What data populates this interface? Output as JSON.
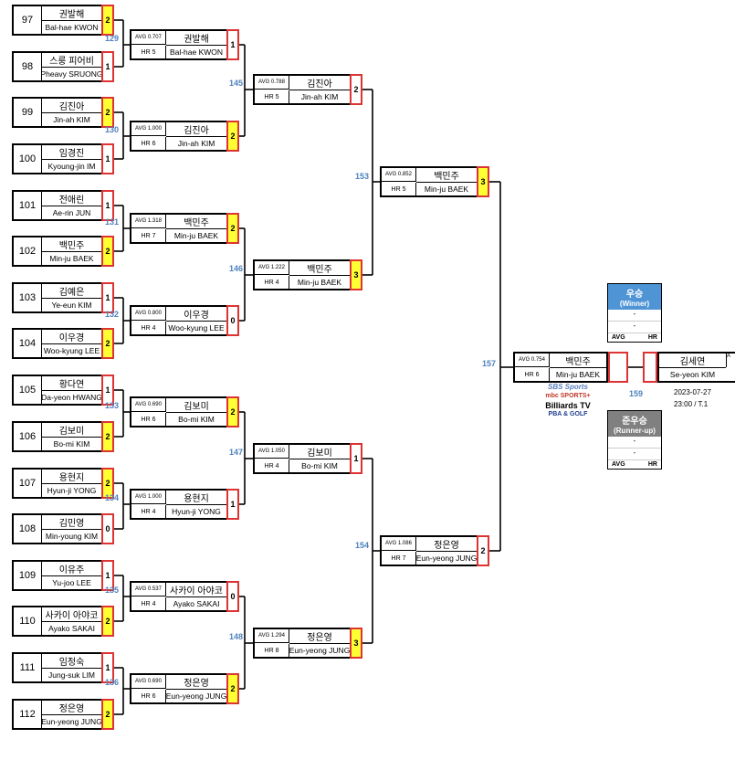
{
  "round1": [
    {
      "no": "97",
      "kr": "권발해",
      "en": "Bal-hae KWON",
      "score": "2",
      "win": true
    },
    {
      "no": "98",
      "kr": "스룽 피어비",
      "en": "Pheavy SRUONG",
      "score": "1",
      "win": false
    },
    {
      "no": "99",
      "kr": "김진아",
      "en": "Jin-ah KIM",
      "score": "2",
      "win": true
    },
    {
      "no": "100",
      "kr": "임경진",
      "en": "Kyoung-jin IM",
      "score": "1",
      "win": false
    },
    {
      "no": "101",
      "kr": "전애린",
      "en": "Ae-rin JUN",
      "score": "1",
      "win": false
    },
    {
      "no": "102",
      "kr": "백민주",
      "en": "Min-ju BAEK",
      "score": "2",
      "win": true
    },
    {
      "no": "103",
      "kr": "김예은",
      "en": "Ye-eun KIM",
      "score": "1",
      "win": false
    },
    {
      "no": "104",
      "kr": "이우경",
      "en": "Woo-kyung LEE",
      "score": "2",
      "win": true
    },
    {
      "no": "105",
      "kr": "황다연",
      "en": "Da-yeon HWANG",
      "score": "1",
      "win": false
    },
    {
      "no": "106",
      "kr": "김보미",
      "en": "Bo-mi KIM",
      "score": "2",
      "win": true
    },
    {
      "no": "107",
      "kr": "용현지",
      "en": "Hyun-ji YONG",
      "score": "2",
      "win": true
    },
    {
      "no": "108",
      "kr": "김민영",
      "en": "Min-young KIM",
      "score": "0",
      "win": false
    },
    {
      "no": "109",
      "kr": "이유주",
      "en": "Yu-joo LEE",
      "score": "1",
      "win": false
    },
    {
      "no": "110",
      "kr": "사카이 아야코",
      "en": "Ayako SAKAI",
      "score": "2",
      "win": true
    },
    {
      "no": "111",
      "kr": "임정숙",
      "en": "Jung-suk LIM",
      "score": "1",
      "win": false
    },
    {
      "no": "112",
      "kr": "정은영",
      "en": "Eun-yeong JUNG",
      "score": "2",
      "win": true
    }
  ],
  "round2": [
    {
      "match": "129",
      "avg": "AVG 0.707",
      "hr": "HR 5",
      "kr": "권발해",
      "en": "Bal-hae KWON",
      "score": "1",
      "win": false
    },
    {
      "match": "130",
      "avg": "AVG 1.000",
      "hr": "HR 6",
      "kr": "김진아",
      "en": "Jin-ah KIM",
      "score": "2",
      "win": true
    },
    {
      "match": "131",
      "avg": "AVG 1.318",
      "hr": "HR 7",
      "kr": "백민주",
      "en": "Min-ju BAEK",
      "score": "2",
      "win": true
    },
    {
      "match": "132",
      "avg": "AVG 0.800",
      "hr": "HR 4",
      "kr": "이우경",
      "en": "Woo-kyung LEE",
      "score": "0",
      "win": false
    },
    {
      "match": "133",
      "avg": "AVG 0.690",
      "hr": "HR 6",
      "kr": "김보미",
      "en": "Bo-mi KIM",
      "score": "2",
      "win": true
    },
    {
      "match": "134",
      "avg": "AVG 1.000",
      "hr": "HR 4",
      "kr": "용현지",
      "en": "Hyun-ji YONG",
      "score": "1",
      "win": false
    },
    {
      "match": "135",
      "avg": "AVG 0.537",
      "hr": "HR 4",
      "kr": "사카이 아야코",
      "en": "Ayako SAKAI",
      "score": "0",
      "win": false
    },
    {
      "match": "136",
      "avg": "AVG 0.690",
      "hr": "HR 6",
      "kr": "정은영",
      "en": "Eun-yeong JUNG",
      "score": "2",
      "win": true
    }
  ],
  "round3": [
    {
      "match": "145",
      "avg": "AVG 0.788",
      "hr": "HR 5",
      "kr": "김진아",
      "en": "Jin-ah KIM",
      "score": "2",
      "win": false
    },
    {
      "match": "146",
      "avg": "AVG 1.222",
      "hr": "HR 4",
      "kr": "백민주",
      "en": "Min-ju BAEK",
      "score": "3",
      "win": true
    },
    {
      "match": "147",
      "avg": "AVG 1.050",
      "hr": "HR 4",
      "kr": "김보미",
      "en": "Bo-mi KIM",
      "score": "1",
      "win": false
    },
    {
      "match": "148",
      "avg": "AVG 1.294",
      "hr": "HR 8",
      "kr": "정은영",
      "en": "Eun-yeong JUNG",
      "score": "3",
      "win": true
    }
  ],
  "round4": [
    {
      "match": "153",
      "avg": "AVG 0.852",
      "hr": "HR 5",
      "kr": "백민주",
      "en": "Min-ju BAEK",
      "score": "3",
      "win": true
    },
    {
      "match": "154",
      "avg": "AVG 1.086",
      "hr": "HR 7",
      "kr": "정은영",
      "en": "Eun-yeong JUNG",
      "score": "2",
      "win": false
    }
  ],
  "final": {
    "match": "157",
    "left": {
      "avg": "AVG 0.754",
      "hr": "HR 6",
      "kr": "백민주",
      "en": "Min-ju BAEK"
    },
    "right": {
      "avg": "A",
      "kr": "김세연",
      "en": "Se-yeon KIM"
    },
    "grand_match": "159",
    "date": "2023-07-27",
    "time": "23:00 / T.1"
  },
  "winner_panel": {
    "title": "우승",
    "subtitle": "(Winner)",
    "row1": "-",
    "row2": "-",
    "avg": "AVG",
    "hr": "HR",
    "color": "#4f94d4"
  },
  "runnerup_panel": {
    "title": "준우승",
    "subtitle": "(Runner-up)",
    "row1": "-",
    "row2": "-",
    "avg": "AVG",
    "hr": "HR",
    "color": "#808080"
  },
  "broadcasters": [
    "SBS Sports",
    "mbc SPORTS+",
    "Billiards TV",
    "PBA & GOLF"
  ]
}
